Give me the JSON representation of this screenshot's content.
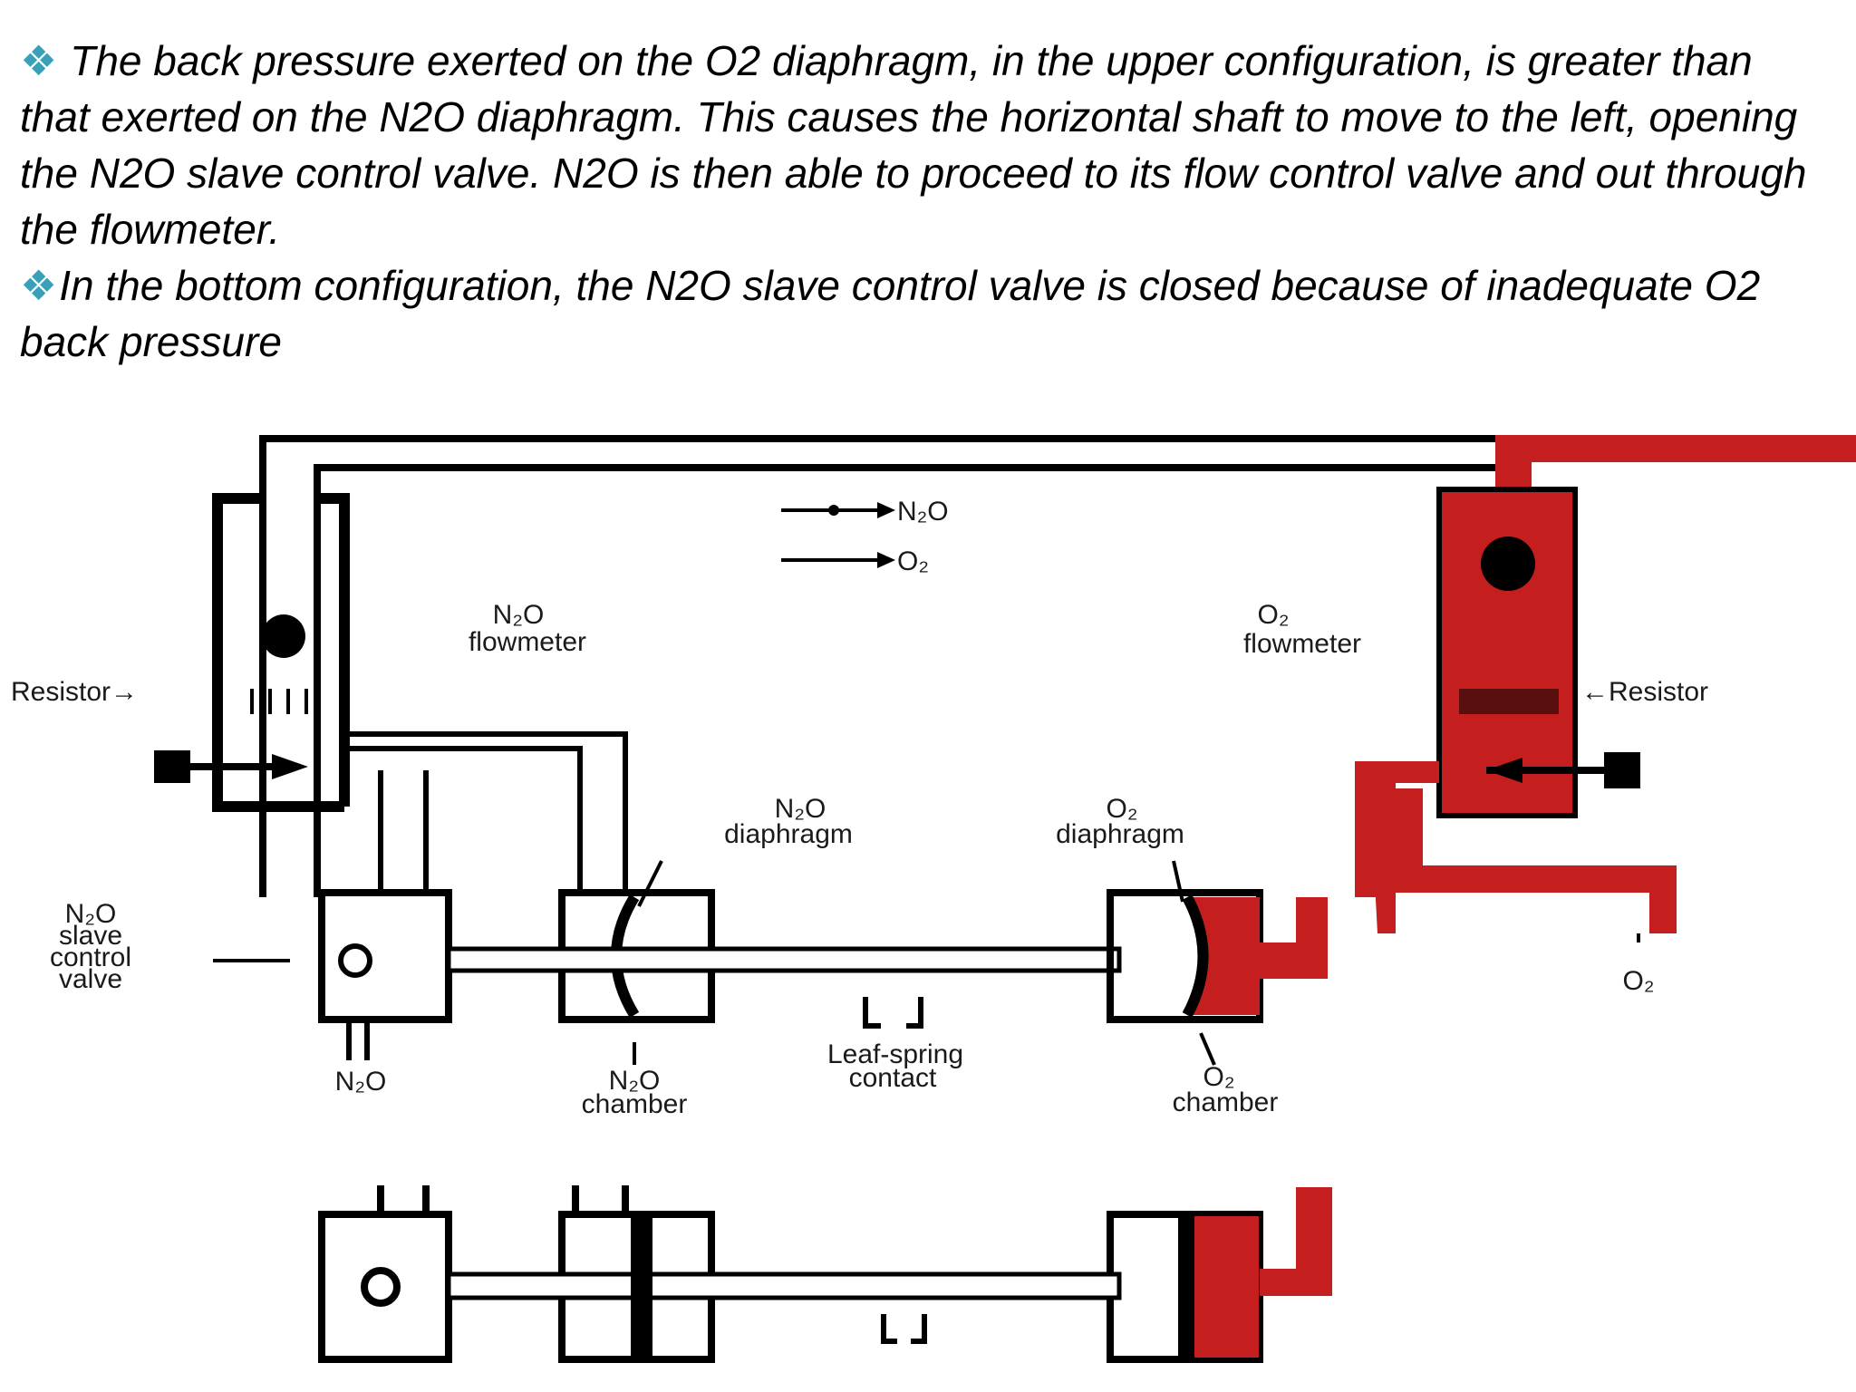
{
  "paragraphs": [
    {
      "bullet": "❖",
      "text": "The back pressure exerted on the O2 diaphragm, in the upper configuration, is greater than that exerted on the N2O diaphragm. This causes the horizontal shaft to move to the left, opening the N2O slave control valve. N2O is then able to proceed to its flow control valve and out through the flowmeter."
    },
    {
      "bullet": "❖",
      "text": "In the bottom configuration, the N2O slave control valve is closed because of inadequate O2 back pressure"
    }
  ],
  "diagram": {
    "legend": {
      "n2o": "N₂O",
      "o2": "O₂"
    },
    "labels": {
      "n2o_flowmeter": [
        "N₂O",
        "flowmeter"
      ],
      "o2_flowmeter": [
        "O₂",
        "flowmeter"
      ],
      "resistor_left": "Resistor→",
      "resistor_right": "←Resistor",
      "n2o_diaphragm": [
        "N₂O",
        "diaphragm"
      ],
      "o2_diaphragm": [
        "O₂",
        "diaphragm"
      ],
      "n2o_slave_valve": [
        "N₂O",
        "slave",
        "control",
        "valve"
      ],
      "n2o_inlet": "N₂O",
      "o2_inlet": "O₂",
      "n2o_chamber": [
        "N₂O",
        "chamber"
      ],
      "leaf_spring": [
        "Leaf-spring",
        "contact"
      ],
      "o2_chamber": [
        "O₂",
        "chamber"
      ]
    }
  },
  "colors": {
    "o2": "#c41e1e",
    "line": "#000000",
    "bullet": "#3aa0b8"
  }
}
